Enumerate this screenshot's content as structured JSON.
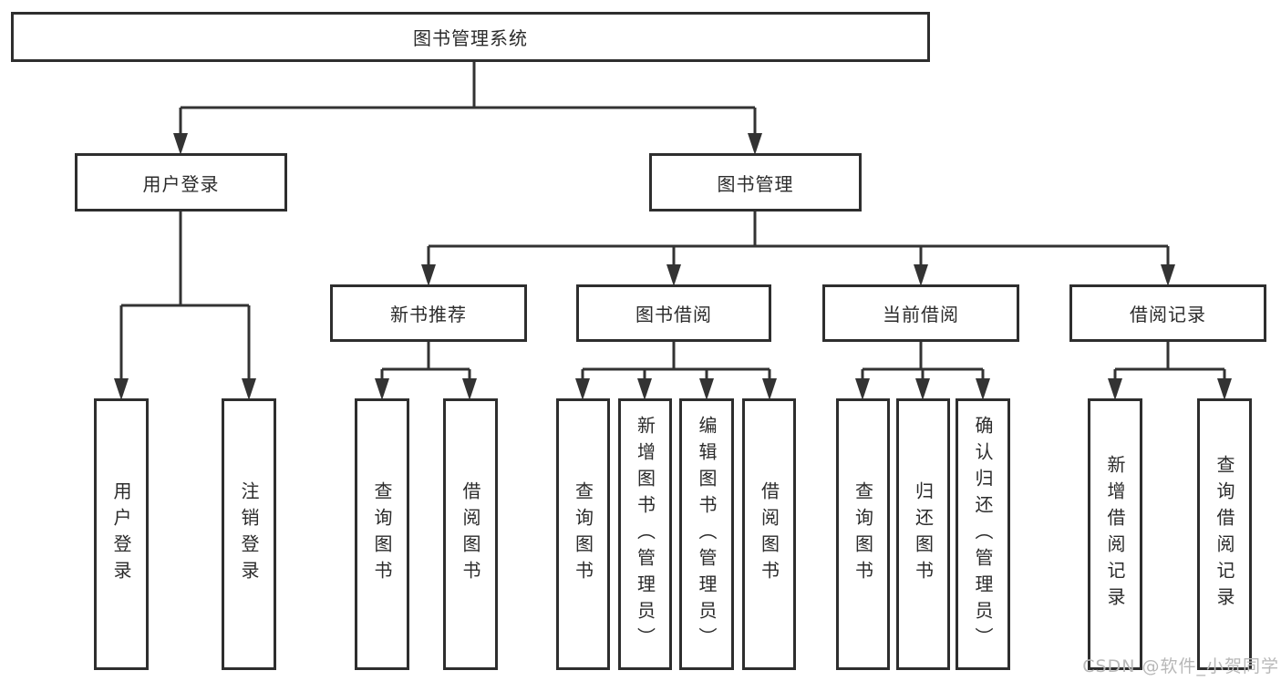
{
  "diagram": {
    "type": "hierarchy-chart",
    "background": "#ffffff",
    "line_color": "#333333",
    "box_border_color": "#2e2e2e",
    "text_color": "#2b2b2b"
  },
  "tree": {
    "root": {
      "label": "图书管理系统"
    },
    "branches": [
      {
        "label": "用户登录",
        "children": [
          {
            "label": "用户登录"
          },
          {
            "label": "注销登录"
          }
        ]
      },
      {
        "label": "图书管理",
        "children": [
          {
            "label": "新书推荐",
            "children": [
              {
                "label": "查询图书"
              },
              {
                "label": "借阅图书"
              }
            ]
          },
          {
            "label": "图书借阅",
            "children": [
              {
                "label": "查询图书"
              },
              {
                "label": "新增图书（管理员）"
              },
              {
                "label": "编辑图书（管理员）"
              },
              {
                "label": "借阅图书"
              }
            ]
          },
          {
            "label": "当前借阅",
            "children": [
              {
                "label": "查询图书"
              },
              {
                "label": "归还图书"
              },
              {
                "label": "确认归还（管理员）"
              }
            ]
          },
          {
            "label": "借阅记录",
            "children": [
              {
                "label": "新增借阅记录"
              },
              {
                "label": "查询借阅记录"
              }
            ]
          }
        ]
      }
    ]
  },
  "watermark": {
    "text": "CSDN @软件_小贺同学",
    "color": "#b8b8b8"
  }
}
